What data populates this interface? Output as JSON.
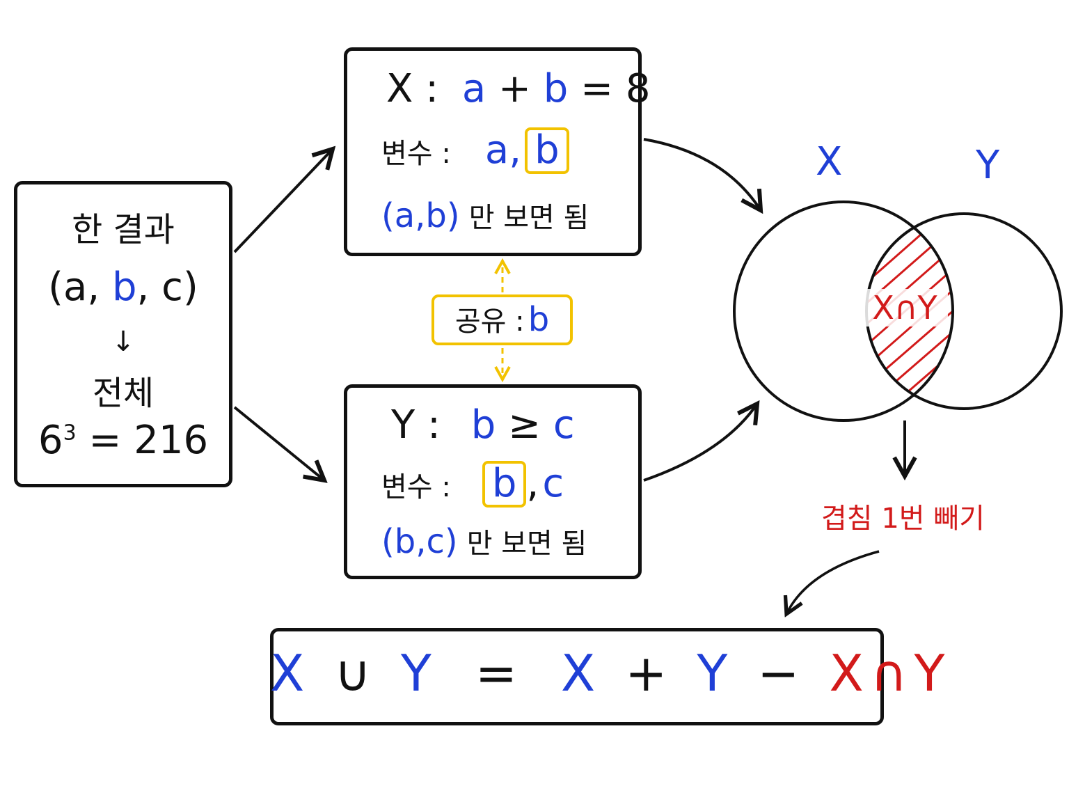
{
  "colors": {
    "ink": "#111111",
    "variable_blue": "#1f3fd6",
    "overlap_red": "#d21a1a",
    "shared_yellow": "#f2c200"
  },
  "left_box": {
    "title": "한 결과",
    "tuple": {
      "open": "(",
      "a": "a",
      "sep1": ",",
      "b": "b",
      "sep2": ",",
      "c": "c",
      "close": ")"
    },
    "arrow": "↓",
    "total_label": "전체",
    "total_base": "6",
    "total_exp": "3",
    "total_rest": "= 216"
  },
  "x_box": {
    "event": "X",
    "colon": ":",
    "eq_a": "a",
    "eq_plus": "+",
    "eq_b": "b",
    "eq_rest": "= 8",
    "vars_label": "변수 :",
    "var_a": "a,",
    "var_b": "b",
    "pair_open": "(",
    "pair_a": "a",
    "pair_sep": ",",
    "pair_b": "b",
    "pair_close": ")",
    "pair_note": "만 보면 됨"
  },
  "y_box": {
    "event": "Y",
    "colon": ":",
    "eq_b": "b",
    "eq_ge": "≥",
    "eq_c": "c",
    "vars_label": "변수 :",
    "var_b": "b",
    "var_sep": ",",
    "var_c": "c",
    "pair_open": "(",
    "pair_b": "b",
    "pair_sep": ",",
    "pair_c": "c",
    "pair_close": ")",
    "pair_note": "만 보면 됨"
  },
  "shared": {
    "label": "공유 :",
    "value": "b"
  },
  "venn": {
    "label_x": "X",
    "label_y": "Y",
    "intersection": "X∩Y",
    "note": "겹침 1번 빼기"
  },
  "formula": {
    "lhs_x": "X",
    "lhs_cup": "∪",
    "lhs_y": "Y",
    "eq": "=",
    "rhs_x": "X",
    "plus": "+",
    "rhs_y": "Y",
    "minus": "−",
    "rhs_xy": "X∩Y"
  }
}
